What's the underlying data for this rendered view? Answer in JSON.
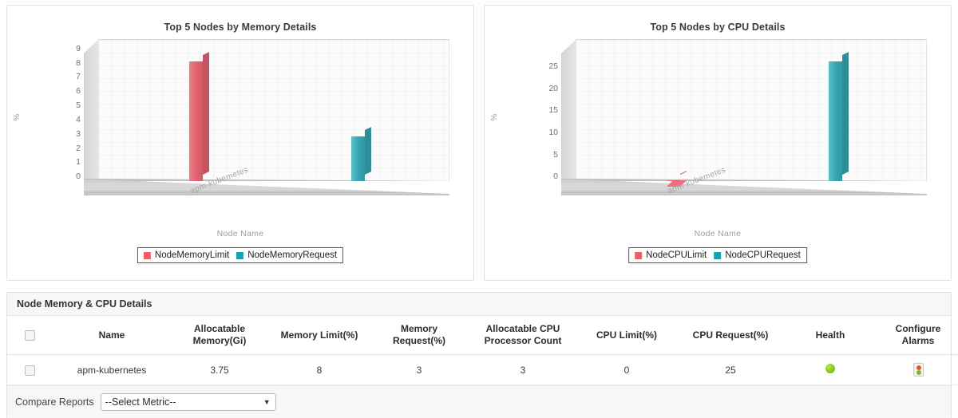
{
  "charts": [
    {
      "title": "Top 5 Nodes by Memory Details",
      "ylabel": "%",
      "xlabel": "Node Name",
      "category": "apm-kubemetes",
      "legend": [
        {
          "label": "NodeMemoryLimit",
          "color": "#ef5f6b"
        },
        {
          "label": "NodeMemoryRequest",
          "color": "#17a2b0"
        }
      ],
      "yticks": [
        "9",
        "8",
        "7",
        "6",
        "5",
        "4",
        "3",
        "2",
        "1",
        "0"
      ]
    },
    {
      "title": "Top 5 Nodes by CPU Details",
      "ylabel": "%",
      "xlabel": "Node Name",
      "category": "apm-kubemetes",
      "legend": [
        {
          "label": "NodeCPULimit",
          "color": "#ef5f6b"
        },
        {
          "label": "NodeCPURequest",
          "color": "#17a2b0"
        }
      ],
      "yticks": [
        "25",
        "20",
        "15",
        "10",
        "5",
        "0"
      ]
    }
  ],
  "chart_data": [
    {
      "type": "bar",
      "title": "Top 5 Nodes by Memory Details",
      "xlabel": "Node Name",
      "ylabel": "%",
      "categories": [
        "apm-kubemetes"
      ],
      "ylim": [
        0,
        9
      ],
      "yticks": [
        0,
        1,
        2,
        3,
        4,
        5,
        6,
        7,
        8,
        9
      ],
      "grid": true,
      "legend_position": "bottom",
      "series": [
        {
          "name": "NodeMemoryLimit",
          "color": "#ef5f6b",
          "values": [
            8
          ]
        },
        {
          "name": "NodeMemoryRequest",
          "color": "#17a2b0",
          "values": [
            3
          ]
        }
      ]
    },
    {
      "type": "bar",
      "title": "Top 5 Nodes by CPU Details",
      "xlabel": "Node Name",
      "ylabel": "%",
      "categories": [
        "apm-kubemetes"
      ],
      "ylim": [
        0,
        28
      ],
      "yticks": [
        0,
        5,
        10,
        15,
        20,
        25
      ],
      "grid": true,
      "legend_position": "bottom",
      "series": [
        {
          "name": "NodeCPULimit",
          "color": "#ef5f6b",
          "values": [
            0
          ]
        },
        {
          "name": "NodeCPURequest",
          "color": "#17a2b0",
          "values": [
            25
          ]
        }
      ]
    }
  ],
  "table": {
    "caption": "Node Memory & CPU Details",
    "columns": [
      "Name",
      "Allocatable Memory(Gi)",
      "Memory Limit(%)",
      "Memory Request(%)",
      "Allocatable CPU Processor Count",
      "CPU Limit(%)",
      "CPU Request(%)",
      "Health",
      "Configure Alarms"
    ],
    "headers": {
      "name": "Name",
      "alloc_mem_1": "Allocatable",
      "alloc_mem_2": "Memory(Gi)",
      "mem_limit": "Memory Limit(%)",
      "mem_req_1": "Memory",
      "mem_req_2": "Request(%)",
      "cpu_count_1": "Allocatable CPU",
      "cpu_count_2": "Processor Count",
      "cpu_limit": "CPU Limit(%)",
      "cpu_req": "CPU Request(%)",
      "health": "Health",
      "alarms_1": "Configure",
      "alarms_2": "Alarms"
    },
    "rows": [
      {
        "name": "apm-kubernetes",
        "allocatable_memory_gi": "3.75",
        "memory_limit_pct": "8",
        "memory_request_pct": "3",
        "allocatable_cpu_processor_count": "3",
        "cpu_limit_pct": "0",
        "cpu_request_pct": "25",
        "health": "healthy",
        "health_color": "#7fc013"
      }
    ]
  },
  "footer": {
    "compare_label": "Compare Reports",
    "metric_selected": "--Select Metric--",
    "caret": "▼"
  }
}
